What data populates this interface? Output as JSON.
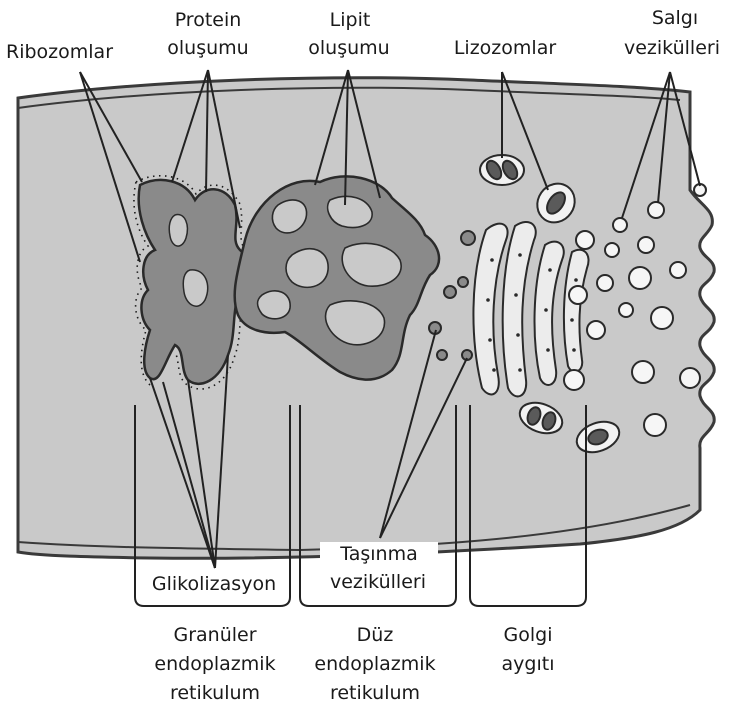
{
  "labels": {
    "ribozomlar": "Ribozomlar",
    "protein_1": "Protein",
    "protein_2": "oluşumu",
    "lipit_1": "Lipit",
    "lipit_2": "oluşumu",
    "lizozomlar": "Lizozomlar",
    "salgi_1": "Salgı",
    "salgi_2": "vezikülleri",
    "glikolizasyon": "Glikolizasyon",
    "tasinma_1": "Taşınma",
    "tasinma_2": "vezikülleri",
    "granuler_1": "Granüler",
    "granuler_2": "endoplazmik",
    "granuler_3": "retikulum",
    "duz_1": "Düz",
    "duz_2": "endoplazmik",
    "duz_3": "retikulum",
    "golgi_1": "Golgi",
    "golgi_2": "aygıtı"
  },
  "colors": {
    "cytoplasm": "#c9c9c9",
    "er": "#8a8a8a",
    "membrane": "#3a3a3a",
    "vesicle": "#f4f4f4",
    "line": "#222222"
  }
}
